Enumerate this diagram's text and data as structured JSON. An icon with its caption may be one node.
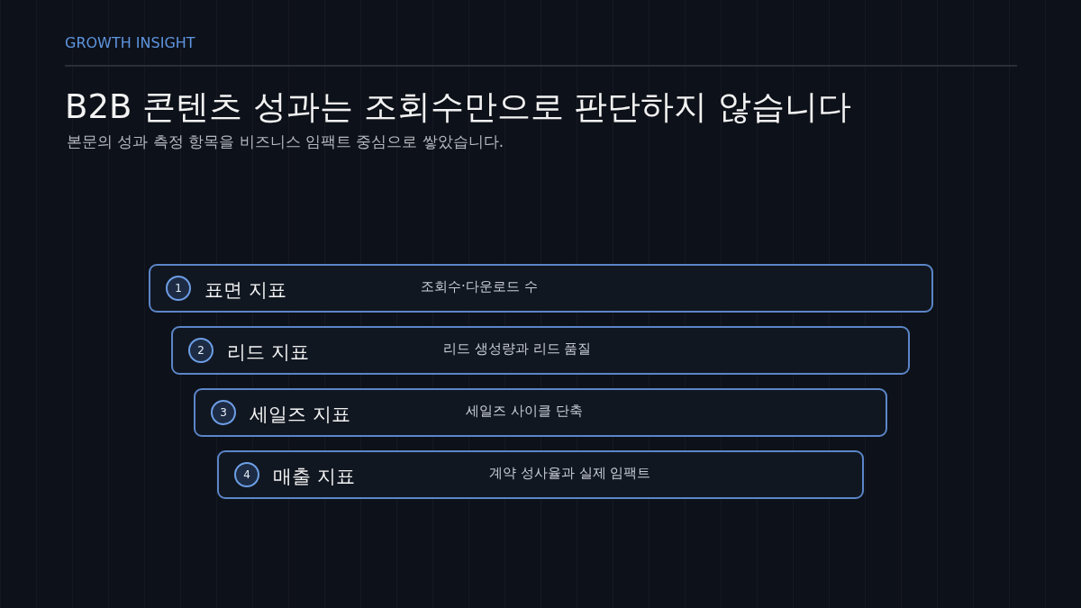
{
  "diagram": {
    "title": "B2B 콘텐츠 성과는 조회수만으로 판단하지 않습니다",
    "nodes": [
      {
        "text": [
          "표면 지표",
          "조회수·다운로드 수"
        ]
      },
      {
        "text": [
          "1"
        ],
        "in": 0
      },
      {
        "text": [
          "리드 지표",
          "리드 생성량과 리드 품질"
        ]
      },
      {
        "text": [
          "2"
        ],
        "in": 2
      },
      {
        "text": [
          "세일즈 지표",
          "세일즈 사이클 단축"
        ]
      },
      {
        "text": [
          "3"
        ],
        "in": 4
      },
      {
        "text": [
          "매출 지표",
          "계약 성사율과 실제 임팩트"
        ]
      },
      {
        "text": [
          "4"
        ],
        "in": 6
      }
    ],
    "labels": [
      "GROWTH INSIGHT",
      "본문의 성과 측정 항목을 비즈니스 임팩트 중심으로 쌓았습니다."
    ]
  }
}
